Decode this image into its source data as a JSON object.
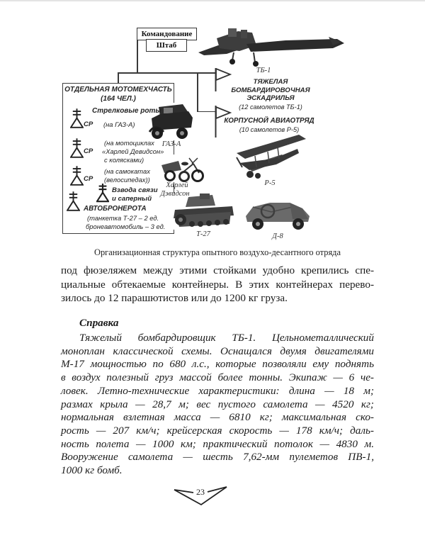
{
  "diagram": {
    "command": "Командование",
    "staff": "Штаб",
    "motomech": {
      "title": "ОТДЕЛЬНАЯ МОТОМЕХЧАСТЬ",
      "subtitle": "(164 ЧЕЛ.)",
      "rifle_heading": "Стрелковые роты",
      "sr": "СР",
      "note1": "(на ГАЗ-А)",
      "note2a": "(на мотоциклах",
      "note2b": "«Харлей Девидсон»",
      "note2c": "с колясками)",
      "note3a": "(на самокатах",
      "note3b": "(велосипедах))",
      "platoons_a": "Взвода связи",
      "platoons_b": "и саперный",
      "armor_title": "АВТОБРОНЕРОТА",
      "armor_note_a": "(танкетка Т-27 – 2 ед.",
      "armor_note_b": "бронеавтомобиль – 3 ед."
    },
    "air": {
      "tb1_label": "ТБ-1",
      "squadron_1": "ТЯЖЕЛАЯ",
      "squadron_2": "БОМБАРДИРОВОЧНАЯ",
      "squadron_3": "ЭСКАДРИЛЬЯ",
      "squadron_note": "(12 самолетов ТБ-1)",
      "detachment": "КОРПУСНОЙ АВИАОТРЯД",
      "detachment_note": "(10 самолетов Р-5)"
    },
    "vehicle_labels": {
      "gaz": "ГАЗ-А",
      "harley_1": "Харлей",
      "harley_2": "Дэвидсон",
      "r5": "Р-5",
      "t27": "Т-27",
      "d8": "Д-8"
    }
  },
  "caption": "Организационная структура опытного воздухо-десантного отряда",
  "body_lines": [
    "под фюзеляжем между этими стойками удобно крепились спе-",
    "циальные обтекаемые контейнеры. В этих контейнерах перево-",
    "зилось до 12 парашютистов или до 1200 кг груза."
  ],
  "spravka": {
    "heading": "Справка",
    "lines": [
      "Тяжелый бомбардировщик ТБ-1. Цельнометаллический",
      "моноплан классической схемы. Оснащался двумя двигателями",
      "М-17 мощностью по 680 л.с., которые позволяли ему поднять",
      "в воздух полезный груз массой более тонны. Экипаж — 6 че-",
      "ловек. Летно-технические характеристики: длина — 18 м;",
      "размах крыла — 28,7 м; вес пустого самолета — 4520 кг;",
      "нормальная взлетная масса — 6810 кг; максимальная ско-",
      "рость — 207 км/ч; крейсерская скорость — 178 км/ч; даль-",
      "ность полета — 1000 км; практический потолок — 4830 м.",
      "Вооружение самолета — шесть 7,62-мм пулеметов ПВ-1,",
      "1000 кг бомб."
    ]
  },
  "page_number": "23"
}
